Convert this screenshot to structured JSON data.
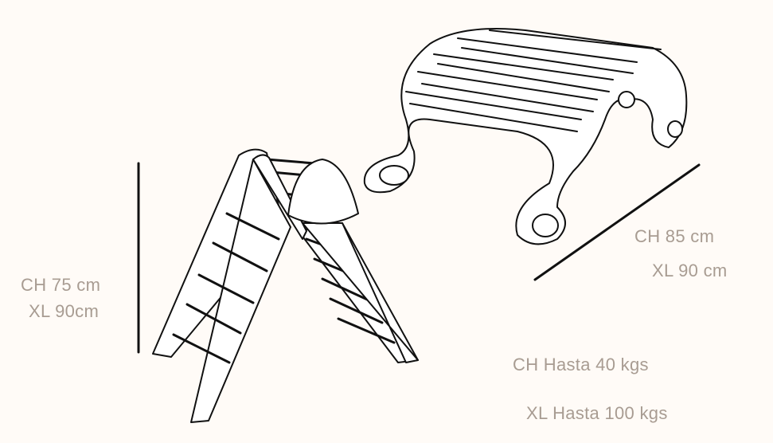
{
  "triangle": {
    "height_ch": "CH 75 cm",
    "height_xl": "XL 90cm"
  },
  "arch": {
    "length_ch": "CH 85 cm",
    "length_xl": "XL 90 cm"
  },
  "capacity": {
    "ch": "CH Hasta 40 kgs",
    "xl": "XL Hasta 100 kgs"
  },
  "colors": {
    "background": "#fffbf7",
    "text": "#a89c92",
    "line": "#111111"
  }
}
